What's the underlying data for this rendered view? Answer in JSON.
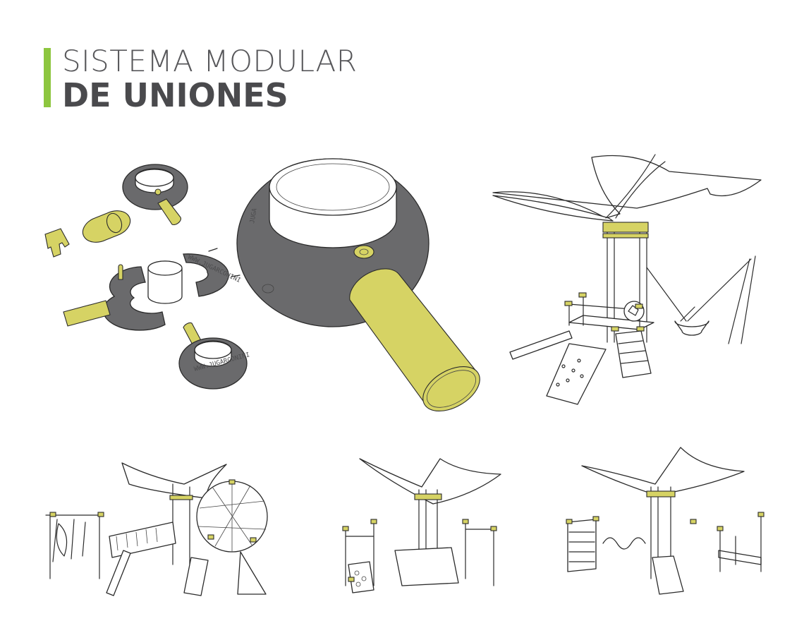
{
  "title": {
    "line1": "SISTEMA MODULAR",
    "line2": "DE UNIONES"
  },
  "colors": {
    "accent_bar": "#8dc63f",
    "tube_yellow": "#d6d364",
    "connector_gray": "#6a6a6c",
    "line": "#2b2b2b",
    "title_text": "#58585b"
  },
  "embossed_text": {
    "ring": "WWW.JUGARCONINI",
    "ring_large": "JUGA"
  }
}
